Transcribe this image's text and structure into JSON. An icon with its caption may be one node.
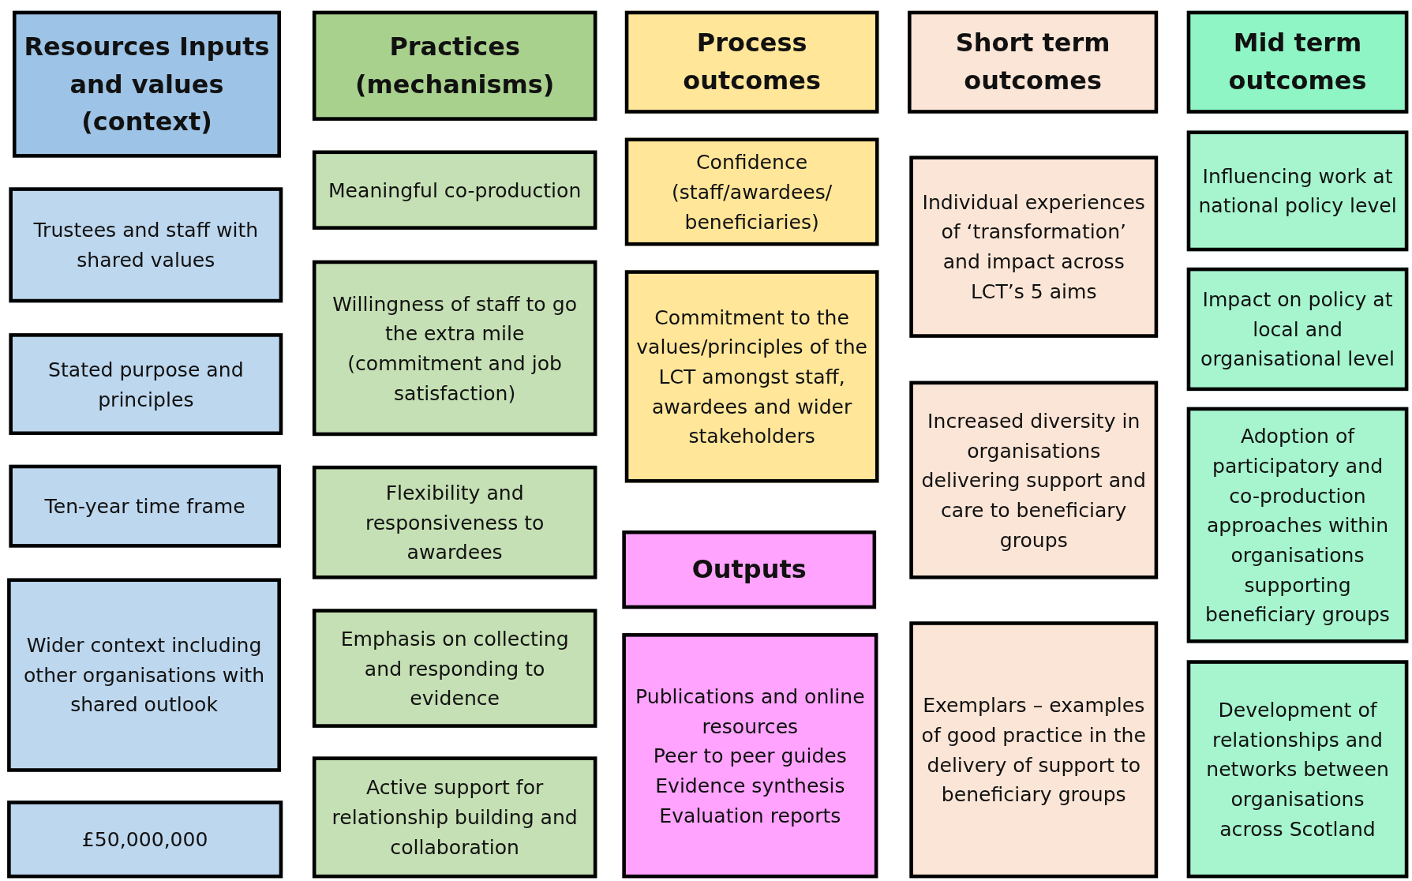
{
  "diagram": {
    "nodes": [
      {
        "text": [
          "Resources Inputs and values (context)"
        ]
      },
      {
        "text": [
          "Trustees and staff with shared values"
        ]
      },
      {
        "text": [
          "Stated purpose and principles"
        ]
      },
      {
        "text": [
          "Ten-year time frame"
        ]
      },
      {
        "text": [
          "Wider context including other organisations with shared outlook"
        ]
      },
      {
        "text": [
          "£50,000,000"
        ]
      },
      {
        "text": [
          "Practices (mechanisms)"
        ]
      },
      {
        "text": [
          "Meaningful co-production"
        ]
      },
      {
        "text": [
          "Willingness of staff to go the extra mile (commitment and job satisfaction)"
        ]
      },
      {
        "text": [
          "Flexibility and responsiveness to awardees"
        ]
      },
      {
        "text": [
          "Emphasis on collecting and responding to evidence"
        ]
      },
      {
        "text": [
          "Active support for relationship building and collaboration"
        ]
      },
      {
        "text": [
          "Process outcomes"
        ]
      },
      {
        "text": [
          "Confidence (staff/awardees/ beneficiaries)"
        ]
      },
      {
        "text": [
          "Commitment to the values/principles of the LCT amongst staff, awardees and wider stakeholders"
        ]
      },
      {
        "text": [
          "Outputs"
        ]
      },
      {
        "text": [
          "Publications and online resources",
          "Peer to peer guides",
          "Evidence synthesis",
          "Evaluation reports"
        ]
      },
      {
        "text": [
          "Short term outcomes"
        ]
      },
      {
        "text": [
          "Individual experiences of ‘transformation’ and impact across LCT’s 5 aims"
        ]
      },
      {
        "text": [
          "Increased diversity in organisations delivering support and care to beneficiary groups"
        ]
      },
      {
        "text": [
          "Exemplars – examples of good practice in the delivery of support to beneficiary groups"
        ]
      },
      {
        "text": [
          "Mid term outcomes"
        ]
      },
      {
        "text": [
          "Influencing work at national policy level"
        ]
      },
      {
        "text": [
          "Impact on policy at local and organisational level"
        ]
      },
      {
        "text": [
          "Adoption of participatory and co-production approaches within organisations supporting beneficiary groups"
        ]
      },
      {
        "text": [
          "Development of relationships and networks between organisations across Scotland"
        ]
      }
    ],
    "edges": []
  }
}
